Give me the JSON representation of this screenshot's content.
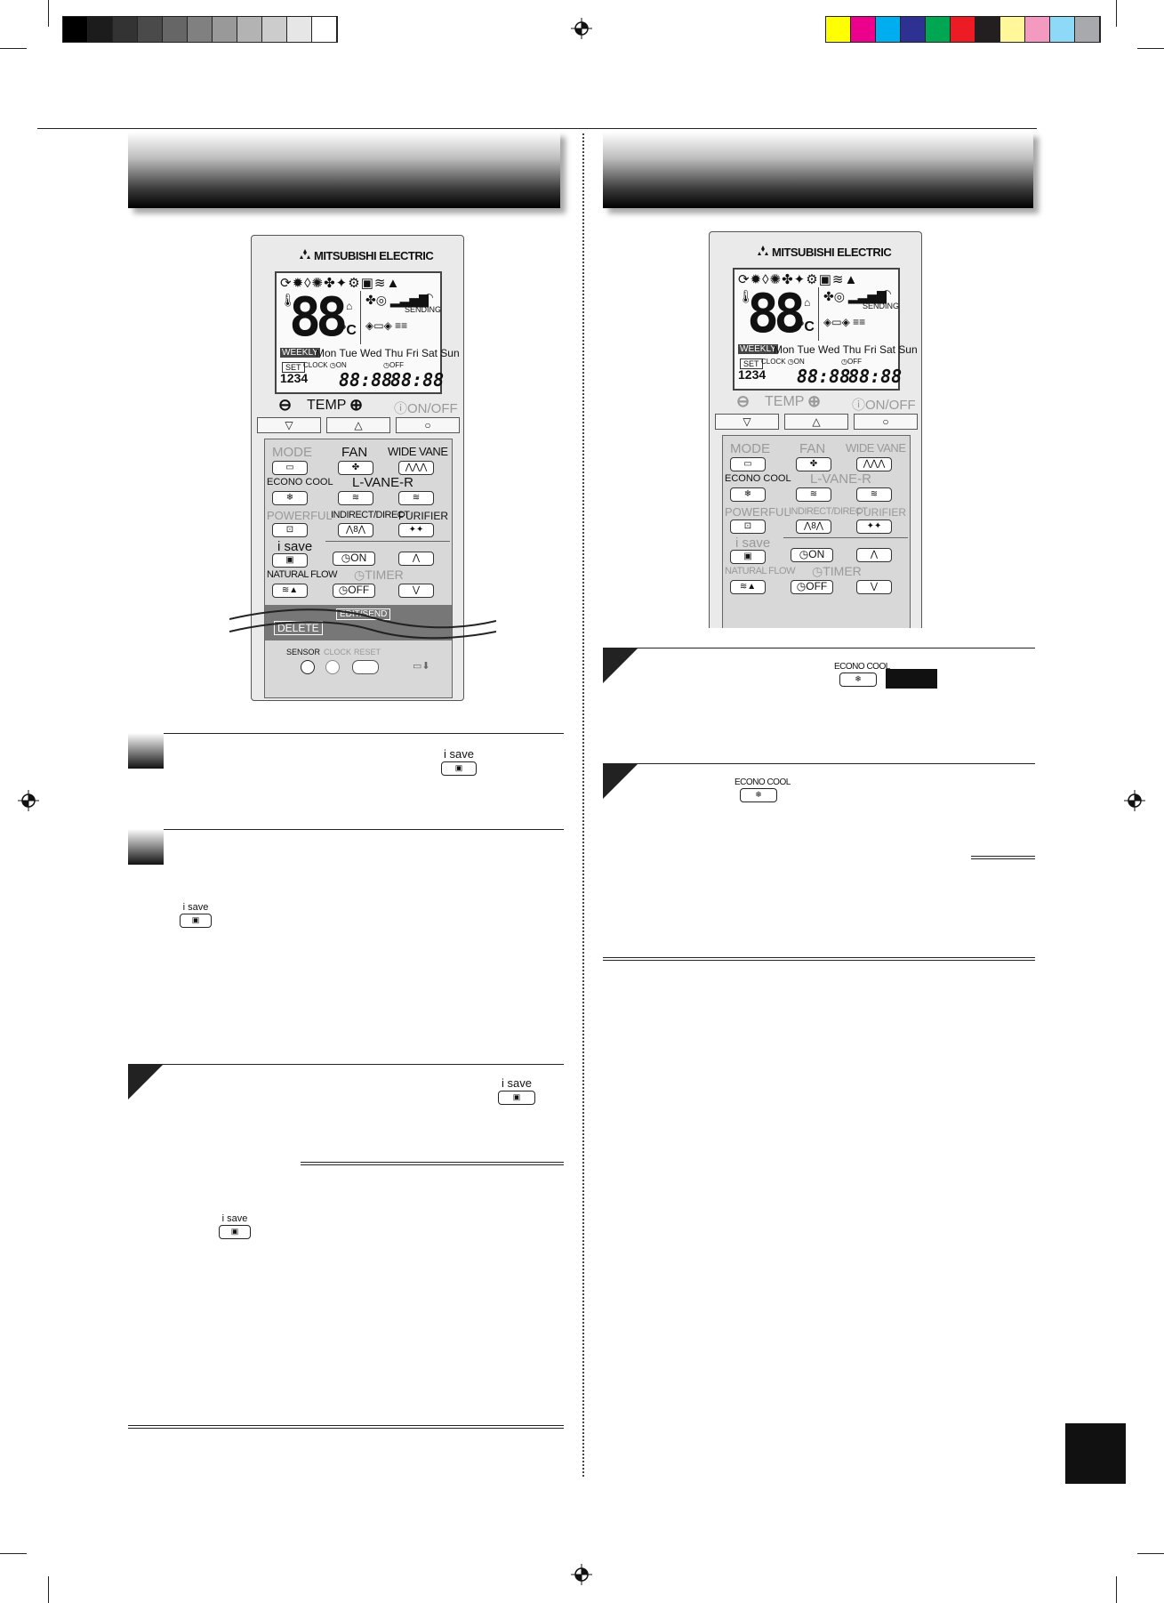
{
  "color_swatches": {
    "gray_bar": [
      "#000000",
      "#1c1c1c",
      "#333333",
      "#4a4a4a",
      "#666666",
      "#808080",
      "#999999",
      "#b3b3b3",
      "#cccccc",
      "#e6e6e6",
      "#ffffff"
    ],
    "color_bar": [
      "#ffff00",
      "#ec008c",
      "#00aeef",
      "#2e3192",
      "#00a651",
      "#ed1c24",
      "#231f20",
      "#fff799",
      "#f49ac1",
      "#8ed8f8",
      "#a7a9ac"
    ]
  },
  "remote": {
    "brand": "MITSUBISHI ELECTRIC",
    "temperature": "88",
    "unit": "°C",
    "sending": "SENDING",
    "weekly": "WEEKLY",
    "days": "Mon Tue Wed Thu Fri Sat Sun",
    "set": "SET",
    "clock": "CLOCK",
    "on": "ON",
    "off": "OFF",
    "program": "1234",
    "time_display": "88:88",
    "temp_label": "TEMP",
    "onoff_label": "ON/OFF",
    "mode": "MODE",
    "fan": "FAN",
    "wide_vane": "WIDE VANE",
    "econo_cool": "ECONO COOL",
    "l_vane_r": "L-VANE-R",
    "powerful": "POWERFUL",
    "indirect_direct": "INDIRECT/DIRECT",
    "purifier": "PURIFIER",
    "i_save": "i save",
    "natural_flow": "NATURAL FLOW",
    "timer": "TIMER",
    "timer_on": "ON",
    "timer_off": "OFF",
    "delete": "DELETE",
    "edit_send": "EDIT/SEND",
    "sensor": "SENSOR",
    "clock_btn": "CLOCK",
    "reset": "RESET"
  },
  "icons": {
    "isave_caption": "i save",
    "econo_caption": "ECONO COOL"
  }
}
